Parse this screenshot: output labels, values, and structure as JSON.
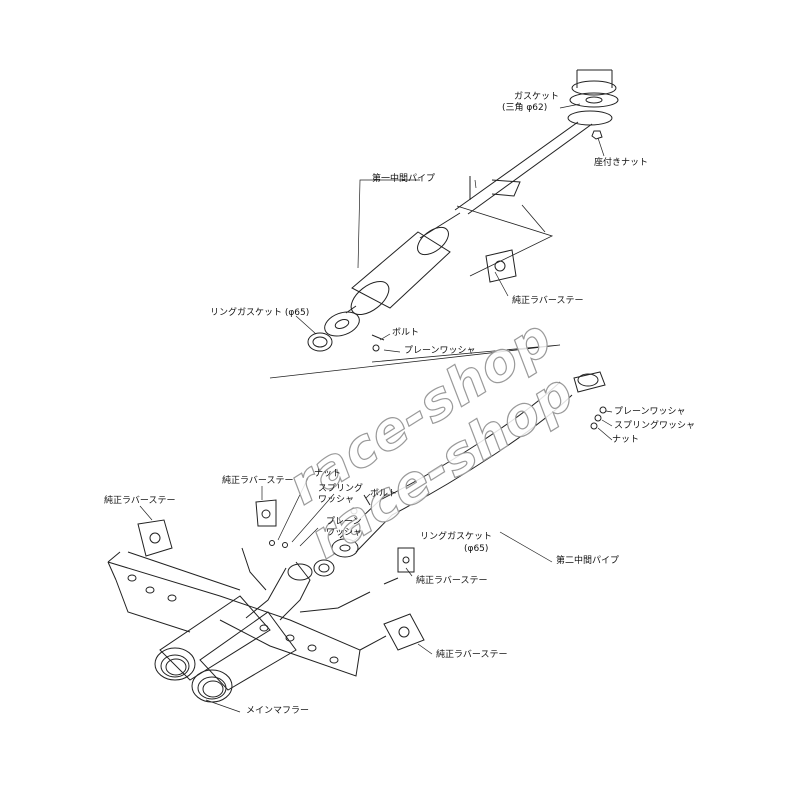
{
  "labels": {
    "gasket_tri": "ガスケット",
    "gasket_tri_size": "(三角 φ62)",
    "flange_nut": "座付きナット",
    "first_pipe": "第一中間パイプ",
    "rubber_stay_1": "純正ラバーステー",
    "ring_gasket_65_a": "リングガスケット (φ65)",
    "bolt_a": "ボルト",
    "plain_washer_a": "プレーンワッシャ",
    "plain_washer_b": "プレーンワッシャ",
    "spring_washer_b": "スプリングワッシャ",
    "nut_b": "ナット",
    "rubber_stay_2": "純正ラバーステー",
    "nut_c": "ナット",
    "spring_washer_c_1": "スプリング",
    "spring_washer_c_2": "ワッシャ",
    "bolt_c": "ボルト",
    "plain_washer_c_1": "プレーン",
    "plain_washer_c_2": "ワッシャ",
    "rubber_stay_3": "純正ラバーステー",
    "ring_gasket_65_b": "リングガスケット",
    "ring_gasket_65_b_size": "(φ65)",
    "second_pipe": "第二中間パイプ",
    "rubber_stay_4": "純正ラバーステー",
    "rubber_stay_5": "純正ラバーステー",
    "main_muffler": "メインマフラー"
  },
  "watermark": {
    "line1": "race-shop",
    "line2": "race-shop"
  }
}
